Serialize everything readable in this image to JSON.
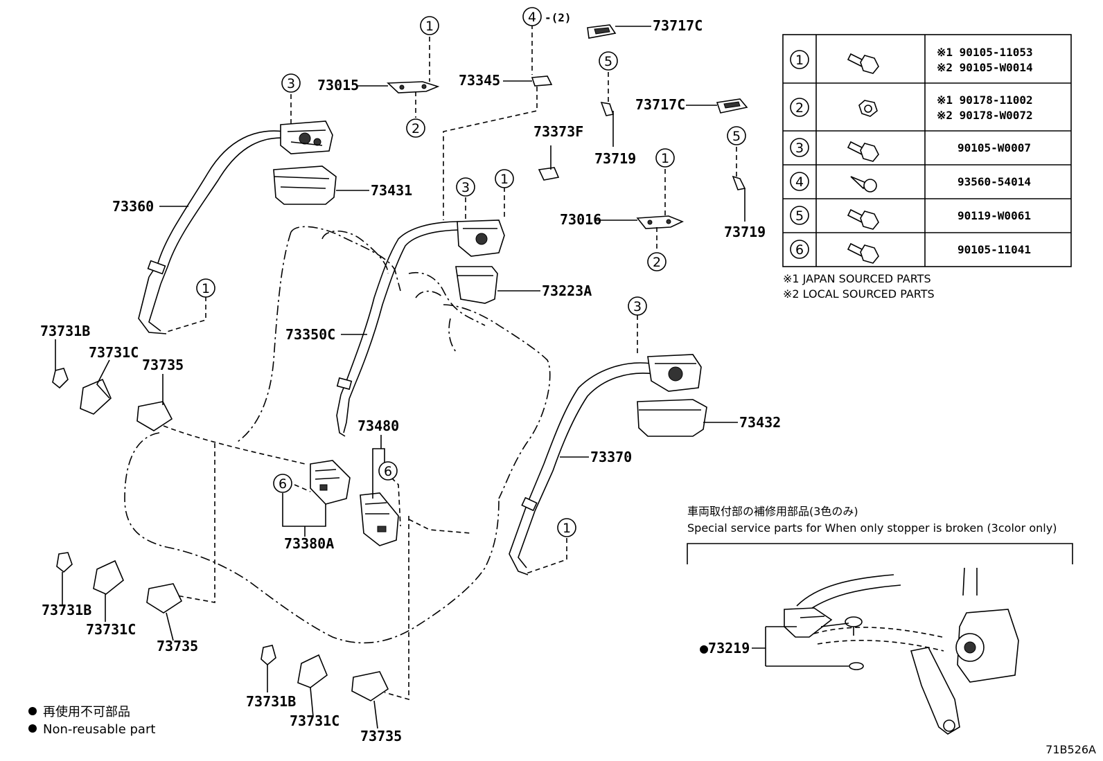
{
  "part_labels": {
    "p73015": "73015",
    "p73345": "73345",
    "p73717c_top": "73717C",
    "p73717c_mid": "73717C",
    "p73719_left": "73719",
    "p73719_right": "73719",
    "p73373f": "73373F",
    "p73016": "73016",
    "p73431": "73431",
    "p73360": "73360",
    "p73223a": "73223A",
    "p73350c": "73350C",
    "p73432": "73432",
    "p73370": "73370",
    "p73480": "73480",
    "p73380a": "73380A",
    "p73731b_1": "73731B",
    "p73731c_1": "73731C",
    "p73735_1": "73735",
    "p73731b_2": "73731B",
    "p73731c_2": "73731C",
    "p73735_2": "73735",
    "p73731b_3": "73731B",
    "p73731c_3": "73731C",
    "p73735_3": "73735",
    "p73219": "●73219",
    "qty_4": "-(2)"
  },
  "circle_numbers": [
    "1",
    "2",
    "3",
    "4",
    "5",
    "6"
  ],
  "fastener_table": {
    "rows": [
      {
        "key": "1",
        "parts": [
          "※1 90105-11053",
          "※2 90105-W0014"
        ]
      },
      {
        "key": "2",
        "parts": [
          "※1 90178-11002",
          "※2 90178-W0072"
        ]
      },
      {
        "key": "3",
        "parts": [
          "90105-W0007"
        ]
      },
      {
        "key": "4",
        "parts": [
          "93560-54014"
        ]
      },
      {
        "key": "5",
        "parts": [
          "90119-W0061"
        ]
      },
      {
        "key": "6",
        "parts": [
          "90105-11041"
        ]
      }
    ],
    "notes": [
      "※1  JAPAN SOURCED PARTS",
      "※2  LOCAL SOURCED PARTS"
    ]
  },
  "special_service": {
    "title_jp": "車両取付部の補修用部品(3色のみ)",
    "title_en": "Special service parts for When only stopper is broken (3color only)"
  },
  "legend": {
    "jp": "再使用不可部品",
    "en": "Non-reusable part"
  },
  "figure_id": "71B526A"
}
